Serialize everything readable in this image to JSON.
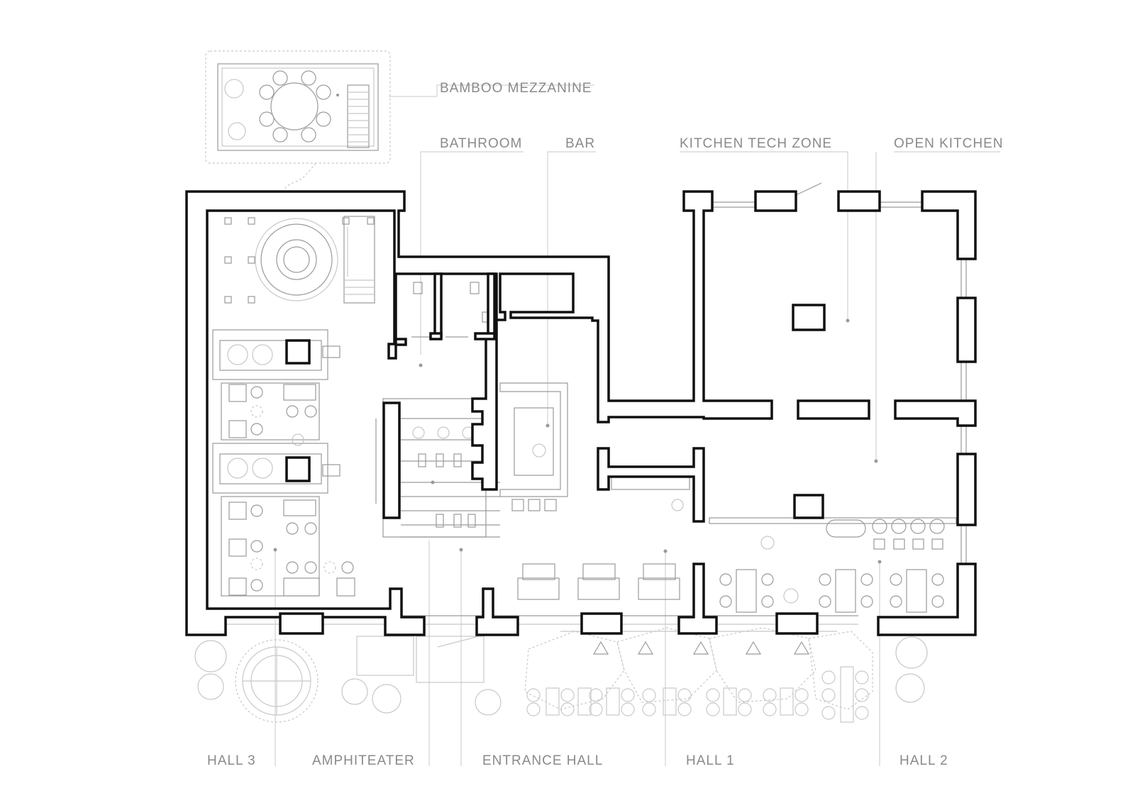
{
  "labels": {
    "bamboo_mezzanine": "BAMBOO MEZZANINE",
    "bathroom": "BATHROOM",
    "bar": "BAR",
    "kitchen_tech_zone": "KITCHEN TECH ZONE",
    "open_kitchen": "OPEN KITCHEN",
    "hall_3": "HALL 3",
    "amphiteater": "AMPHITEATER",
    "entrance_hall": "ENTRANCE HALL",
    "hall_1": "HALL 1",
    "hall_2": "HALL 2"
  },
  "colors": {
    "wall": "#111111",
    "label": "#8a8a8a",
    "furniture": "#9a9a9a",
    "exterior": "#c8c8c8"
  }
}
